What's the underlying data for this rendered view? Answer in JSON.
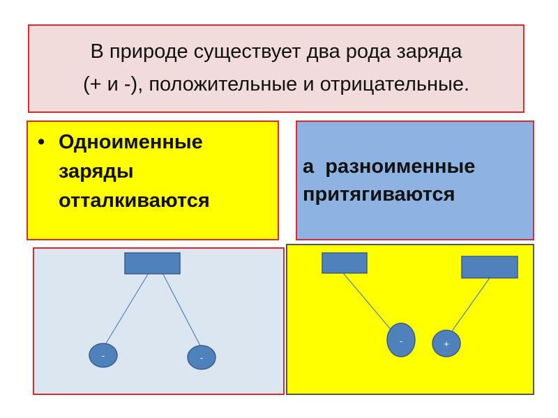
{
  "title": {
    "line1": "В природе существует два рода заряда",
    "line2": "(+ и -), положительные и отрицательные."
  },
  "like_charges": {
    "bullet": "•",
    "line1": "Одноименные",
    "line2": "заряды",
    "line3": "отталкиваются"
  },
  "unlike_charges": {
    "line1": "а  разноименные",
    "line2": "притягиваются"
  },
  "repel_diagram": {
    "left_sign": "-",
    "right_sign": "-"
  },
  "attract_diagram": {
    "left_sign": "-",
    "right_sign": "+"
  },
  "colors": {
    "title_bg": "#f2dcdb",
    "border_red": "#e0282e",
    "yellow": "#ffff00",
    "blue_box": "#8db3e2",
    "pale_blue": "#dce6f1",
    "shape_fill": "#4f81bd",
    "shape_stroke": "#385d8a"
  }
}
